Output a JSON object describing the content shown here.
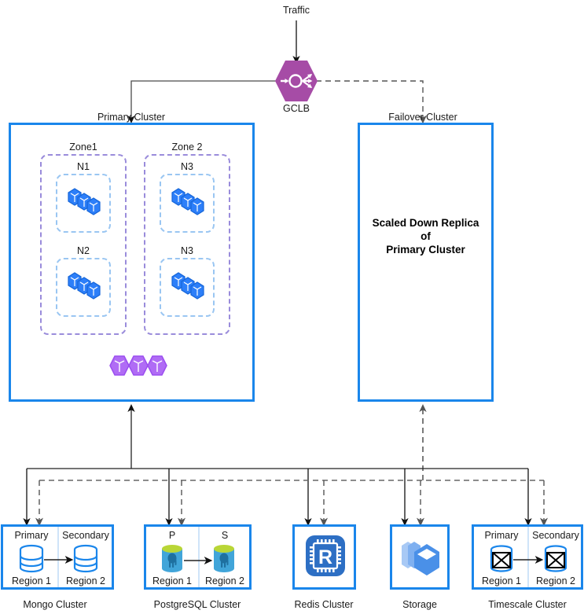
{
  "diagram": {
    "title_traffic": "Traffic",
    "gclb": {
      "label": "GCLB",
      "icon": "load-balancer-icon",
      "color": "#a64ca6"
    },
    "primary_cluster": {
      "label": "Primary Cluster",
      "zones": [
        {
          "label": "Zone1",
          "nodes": [
            {
              "label": "N1",
              "icon": "node-cubes-icon"
            },
            {
              "label": "N2",
              "icon": "node-cubes-icon"
            }
          ]
        },
        {
          "label": "Zone 2",
          "nodes": [
            {
              "label": "N3",
              "icon": "node-cubes-icon"
            },
            {
              "label": "N3",
              "icon": "node-cubes-icon"
            }
          ]
        }
      ],
      "pods_icon": "pods-hexagons-icon",
      "node_color": "#2d7ff9",
      "pods_color": "#b06cf5"
    },
    "failover_cluster": {
      "label": "Failover Cluster",
      "text_line1": "Scaled Down Replica",
      "text_line2": "of",
      "text_line3": "Primary Cluster"
    },
    "datastores": [
      {
        "caption": "Mongo Cluster",
        "type": "replicated",
        "left_role": "Primary",
        "right_role": "Secondary",
        "left_region": "Region 1",
        "right_region": "Region 2",
        "icon": "mongo-db-cylinder-icon"
      },
      {
        "caption": "PostgreSQL Cluster",
        "type": "replicated",
        "left_role": "P",
        "right_role": "S",
        "left_region": "Region 1",
        "right_region": "Region 2",
        "icon": "postgres-elephant-icon"
      },
      {
        "caption": "Redis Cluster",
        "type": "single",
        "icon": "redis-chip-icon"
      },
      {
        "caption": "Storage",
        "type": "single",
        "icon": "storage-cubes-icon"
      },
      {
        "caption": "Timescale Cluster",
        "type": "replicated",
        "left_role": "Primary",
        "right_role": "Secondary",
        "left_region": "Region 1",
        "right_region": "Region 2",
        "icon": "timescale-cylinder-icon"
      }
    ],
    "colors": {
      "box_border": "#1a86eb",
      "zone_border": "#9a8cdb",
      "node_border": "#9ac6f2",
      "solid_link": "#3d3d3d",
      "dashed_link": "#666666",
      "gclb": "#a64ca6"
    }
  }
}
